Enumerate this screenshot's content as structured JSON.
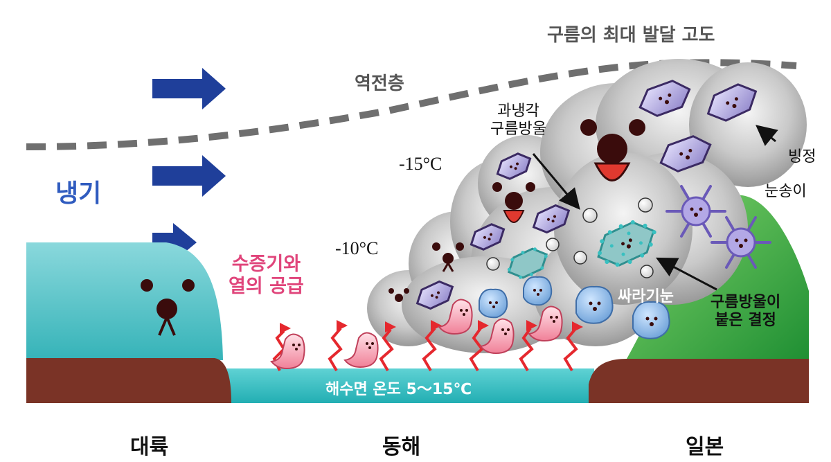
{
  "labels": {
    "max_height": "구름의 최대 발달 고도",
    "inversion": "역전층",
    "cold_air": "냉기",
    "vapor_heat": [
      "수증기와",
      "열의 공급"
    ],
    "supercooled": [
      "과냉각",
      "구름방울"
    ],
    "temp_high": "-15°C",
    "temp_low": "-10°C",
    "ice_crystal": "빙정",
    "snowflake": "눈송이",
    "graupel": "싸라기눈",
    "rimed_crystal": [
      "구름방울이",
      "붙은 결정"
    ],
    "sea_temp": "해수면 온도 5～15℃"
  },
  "regions": {
    "continent": "대륙",
    "east_sea": "동해",
    "japan": "일본"
  },
  "colors": {
    "arrow": "#1f3f9a",
    "cold_air": "#2f5bbf",
    "vapor_text": "#e0457b",
    "sea": "#3fc6c9",
    "continent": "#5cc7cc",
    "ground": "#7a3326",
    "japan_land": "#3aa53c",
    "cloud": "#9c9c9c",
    "dash_line": "#6f6f6f"
  }
}
